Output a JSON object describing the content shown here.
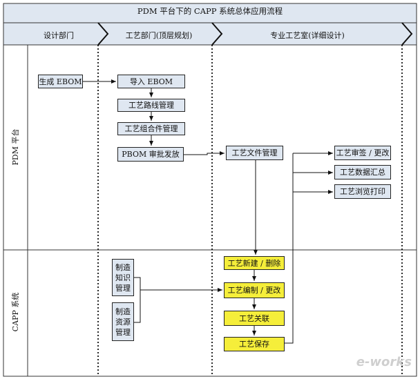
{
  "title": "PDM 平台下的 CAPP 系统总体应用流程",
  "lanes": {
    "design_dept": "设计部门",
    "process_dept": "工艺部门(顶层规划)",
    "specialist_office": "专业工艺室(详细设计)"
  },
  "rows": {
    "pdm": "PDM 平台",
    "capp": "CAPP 系统"
  },
  "nodes": {
    "gen_ebom": "生成 EBOM",
    "import_ebom": "导入 EBOM",
    "route_mgmt": "工艺路线管理",
    "assembly_mgmt": "工艺组合件管理",
    "pbom_release": "PBOM 审批发放",
    "doc_mgmt": "工艺文件管理",
    "review": "工艺审签 / 更改",
    "data_summary": "工艺数据汇总",
    "browse_print": "工艺浏览打印",
    "knowledge_mgmt": "制造知识管理",
    "resource_mgmt": "制造资源管理",
    "new_delete": "工艺新建 / 删除",
    "edit_change": "工艺编制 / 更改",
    "associate": "工艺关联",
    "save": "工艺保存"
  },
  "colors": {
    "header_bg": "#dfe7f1",
    "pdm_box": "#dfe7f1",
    "capp_box": "#f5ee3a"
  },
  "watermark": "e-works"
}
